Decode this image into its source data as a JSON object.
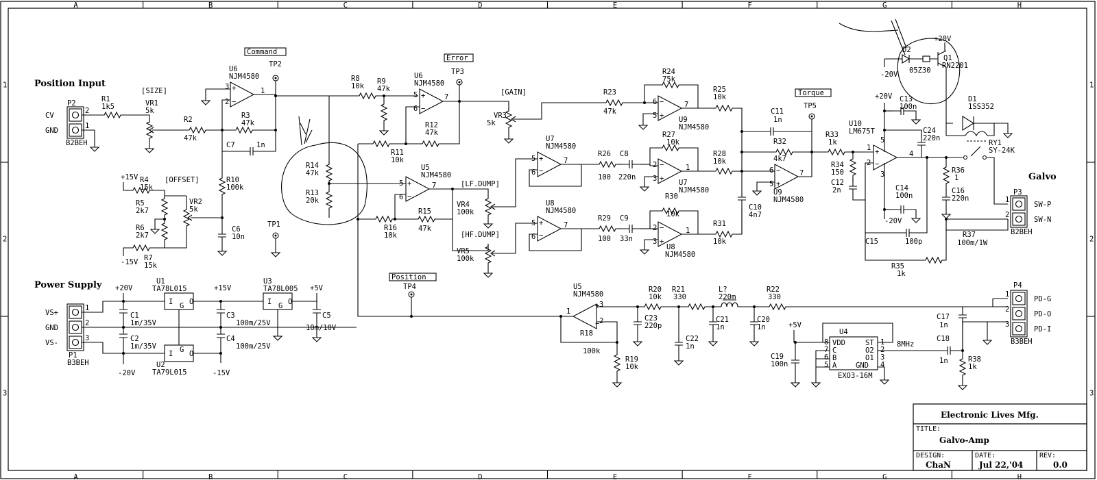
{
  "grid_letters": [
    "A",
    "B",
    "C",
    "D",
    "E",
    "F",
    "G",
    "H"
  ],
  "grid_numbers": [
    "1",
    "2",
    "3"
  ],
  "sections": {
    "position_input": "Position Input",
    "power_supply": "Power Supply",
    "galvo": "Galvo"
  },
  "test_points": {
    "command": "Command",
    "error": "Error",
    "torque": "Torque",
    "position": "Position",
    "tp1": "TP1",
    "tp2": "TP2",
    "tp3": "TP3",
    "tp4": "TP4",
    "tp5": "TP5"
  },
  "controls": {
    "size": "[SIZE]",
    "offset": "[OFFSET]",
    "gain": "[GAIN]",
    "lf_dump": "[LF.DUMP]",
    "hf_dump": "[HF.DUMP]"
  },
  "connectors": {
    "p1_name": "P1",
    "p1_type": "B3BEH",
    "p1_pins": [
      "VS+",
      "GND",
      "VS-"
    ],
    "p2_name": "P2",
    "p2_type": "B2BEH",
    "p2_pins": [
      "CV",
      "GND"
    ],
    "p3_name": "P3",
    "p3_type": "B2BEH",
    "p3_pins": [
      "SW-P",
      "SW-N"
    ],
    "p4_name": "P4",
    "p4_type": "B3BEH",
    "p4_pins": [
      "PD-G",
      "PD-O",
      "PD-I"
    ]
  },
  "components": {
    "r1": "R1",
    "r1v": "1k5",
    "vr1": "VR1",
    "vr1v": "5k",
    "r2": "R2",
    "r2v": "47k",
    "r3": "R3",
    "r3v": "47k",
    "c7": "C7",
    "c7v": "1n",
    "u6": "U6",
    "u6p": "NJM4580",
    "r4": "R4",
    "r4v": "15k",
    "r5": "R5",
    "r5v": "2k7",
    "r6": "R6",
    "r6v": "2k7",
    "r7": "R7",
    "r7v": "15k",
    "vr2": "VR2",
    "vr2v": "5k",
    "r10": "R10",
    "r10v": "100k",
    "c6": "C6",
    "c6v": "10n",
    "r8": "R8",
    "r8v": "10k",
    "r9": "R9",
    "r9v": "47k",
    "r12": "R12",
    "r12v": "47k",
    "r11": "R11",
    "r11v": "10k",
    "r14": "R14",
    "r14v": "47k",
    "r13": "R13",
    "r13v": "20k",
    "u5": "U5",
    "u5p": "NJM4580",
    "r15": "R15",
    "r15v": "47k",
    "r16": "R16",
    "r16v": "10k",
    "vr3": "VR3",
    "vr3v": "5k",
    "vr4": "VR4",
    "vr4v": "100k",
    "vr5": "VR5",
    "vr5v": "100k",
    "u7": "U7",
    "u7p": "NJM4580",
    "u8": "U8",
    "u8p": "NJM4580",
    "u9": "U9",
    "u9p": "NJM4580",
    "r23": "R23",
    "r23v": "47k",
    "r24": "R24",
    "r24v": "75k",
    "r25": "R25",
    "r25v": "10k",
    "r26": "R26",
    "r26v": "100",
    "c8": "C8",
    "c8v": "220n",
    "r27": "R27",
    "r27v": "10k",
    "r28": "R28",
    "r28v": "10k",
    "r29": "R29",
    "r29v": "100",
    "c9": "C9",
    "c9v": "33n",
    "r30": "R30",
    "r30v": "10k",
    "r31": "R31",
    "r31v": "10k",
    "c11": "C11",
    "c11v": "1n",
    "r32": "R32",
    "r32v": "4k7",
    "c10": "C10",
    "c10v": "4n7",
    "r33": "R33",
    "r33v": "1k",
    "r34": "R34",
    "r34v": "150",
    "c12": "C12",
    "c12v": "2n",
    "u10": "U10",
    "u10p": "LM675T",
    "c13": "C13",
    "c13v": "100n",
    "c14": "C14",
    "c14v": "100n",
    "c15": "C15",
    "c15v": "100p",
    "c24": "C24",
    "c24v": "220n",
    "r36": "R36",
    "r36v": "1",
    "c16": "C16",
    "c16v": "220n",
    "r35": "R35",
    "r35v": "1k",
    "r37": "R37",
    "r37v": "100m/1W",
    "d1": "D1",
    "d1p": "1SS352",
    "ry1": "RY1",
    "ry1p": "SY-24K",
    "d2": "D2",
    "d2p": "05Z30",
    "q1": "Q1",
    "q1p": "RN2201",
    "u1": "U1",
    "u1p": "TA78L015",
    "u2": "U2",
    "u2p": "TA79L015",
    "u3": "U3",
    "u3p": "TA78L005",
    "c1": "C1",
    "c1v": "1m/35V",
    "c2": "C2",
    "c2v": "1m/35V",
    "c3": "C3",
    "c3v": "100m/25V",
    "c4": "C4",
    "c4v": "100m/25V",
    "c5": "C5",
    "c5v": "10m/10V",
    "r18": "R18",
    "r18v": "100k",
    "r19": "R19",
    "r19v": "10k",
    "r20": "R20",
    "r20v": "10k",
    "r21": "R21",
    "r21v": "330",
    "c23": "C23",
    "c23v": "220p",
    "c22": "C22",
    "c22v": "1n",
    "l1": "L?",
    "l1v": "220m",
    "c21": "C21",
    "c21v": "1n",
    "r22": "R22",
    "r22v": "330",
    "c20": "C20",
    "c20v": "1n",
    "c17": "C17",
    "c17v": "1n",
    "c18": "C18",
    "c18v": "1n",
    "r38": "R38",
    "r38v": "1k",
    "c19": "C19",
    "c19v": "100n",
    "u4": "U4",
    "u4p": "EXO3-16M",
    "u4pins": [
      "VDD",
      "C",
      "B",
      "A",
      "ST",
      "O2",
      "O1",
      "GND"
    ],
    "freq": "8MHz"
  },
  "rails": {
    "p15": "+15V",
    "m15": "-15V",
    "p20": "+20V",
    "m20": "-20V",
    "p5": "+5V"
  },
  "title_block": {
    "company": "Electronic Lives Mfg.",
    "title_label": "TITLE:",
    "title": "Galvo-Amp",
    "design_label": "DESIGN:",
    "designer": "ChaN",
    "date_label": "DATE:",
    "date": "Jul 22,'04",
    "rev_label": "REV:",
    "rev": "0.0"
  }
}
